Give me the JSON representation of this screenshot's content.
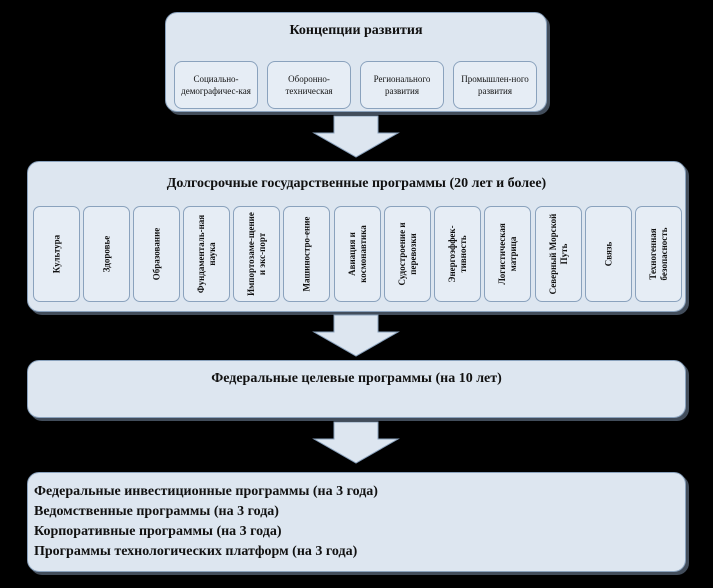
{
  "concepts": {
    "title": "Концепции развития",
    "items": [
      "Социально-демографичес-кая",
      "Оборонно-техническая",
      "Регионального развития",
      "Промышлен-ного развития"
    ]
  },
  "longterm": {
    "title": "Долгосрочные государственные программы (20 лет и более)",
    "items": [
      "Культура",
      "Здоровье",
      "Образование",
      "Фундаменталь-ная наука",
      "Импортозаме-щение и экс-порт",
      "Машиностро-ение",
      "Авиация и космонавтика",
      "Судостроение и перевозки",
      "Энергоэффек-тивность",
      "Логистическая матрица",
      "Северный Морской Путь",
      "Связь",
      "Техногенная безопасность"
    ]
  },
  "federal_target": {
    "title": "Федеральные целевые программы (на 10 лет)"
  },
  "short_term": {
    "items": [
      "Федеральные инвестиционные программы (на 3 года)",
      "Ведомственные программы (на 3 года)",
      "Корпоративные программы (на 3 года)",
      "Программы технологических платформ (на 3 года)"
    ]
  },
  "colors": {
    "panel_fill": "#dde6f0",
    "panel_border": "#8aa2bd",
    "arrow_fill": "#dde6f0",
    "background": "#000000"
  }
}
